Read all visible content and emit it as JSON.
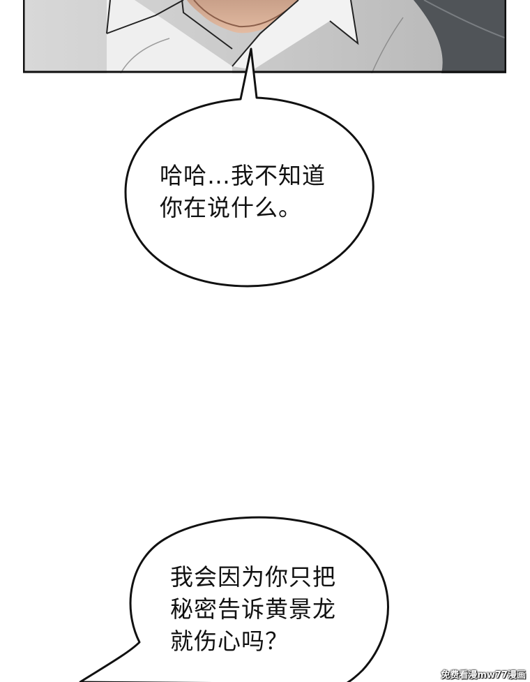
{
  "panel": {
    "icon": "character-chin-collar-illustration"
  },
  "bubbles": [
    {
      "lines": [
        "哈哈…我不知道",
        "你在说什么。"
      ]
    },
    {
      "lines": [
        "我会因为你只把",
        "秘密告诉黄景龙",
        "就伤心吗？"
      ]
    }
  ],
  "watermark": "免费看漫mw77漫画"
}
